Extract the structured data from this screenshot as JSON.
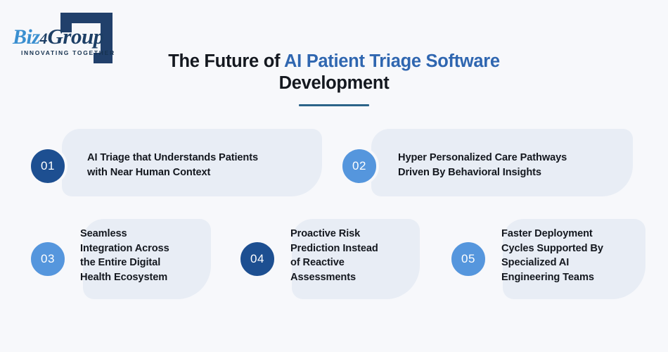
{
  "brand": {
    "logo_biz": "Biz",
    "logo_four": "4",
    "logo_group": "Group",
    "tagline": "INNOVATING TOGETHER",
    "mark_color": "#1d3f66",
    "biz_color": "#3a8fd0"
  },
  "header": {
    "title_lead": "The Future of ",
    "title_highlight": "AI Patient Triage Software",
    "title_tail": "Development",
    "highlight_color": "#2f66b0",
    "divider_color": "#2c6489"
  },
  "colors": {
    "page_background": "#f7f8fb",
    "card_background": "#e8edf5",
    "badge_dark": "#1d4f91",
    "badge_light": "#5596dd",
    "text": "#14181f"
  },
  "cards": [
    {
      "number": "01",
      "text": "AI Triage that Understands Patients\nwith Near Human Context",
      "badge_style": "dark"
    },
    {
      "number": "02",
      "text": "Hyper Personalized Care Pathways\nDriven By Behavioral Insights",
      "badge_style": "light"
    },
    {
      "number": "03",
      "text": "Seamless\nIntegration Across\nthe Entire Digital\nHealth Ecosystem",
      "badge_style": "light"
    },
    {
      "number": "04",
      "text": "Proactive Risk\nPrediction Instead\nof Reactive\nAssessments",
      "badge_style": "dark"
    },
    {
      "number": "05",
      "text": "Faster Deployment\nCycles Supported By\nSpecialized AI\nEngineering Teams",
      "badge_style": "light"
    }
  ]
}
